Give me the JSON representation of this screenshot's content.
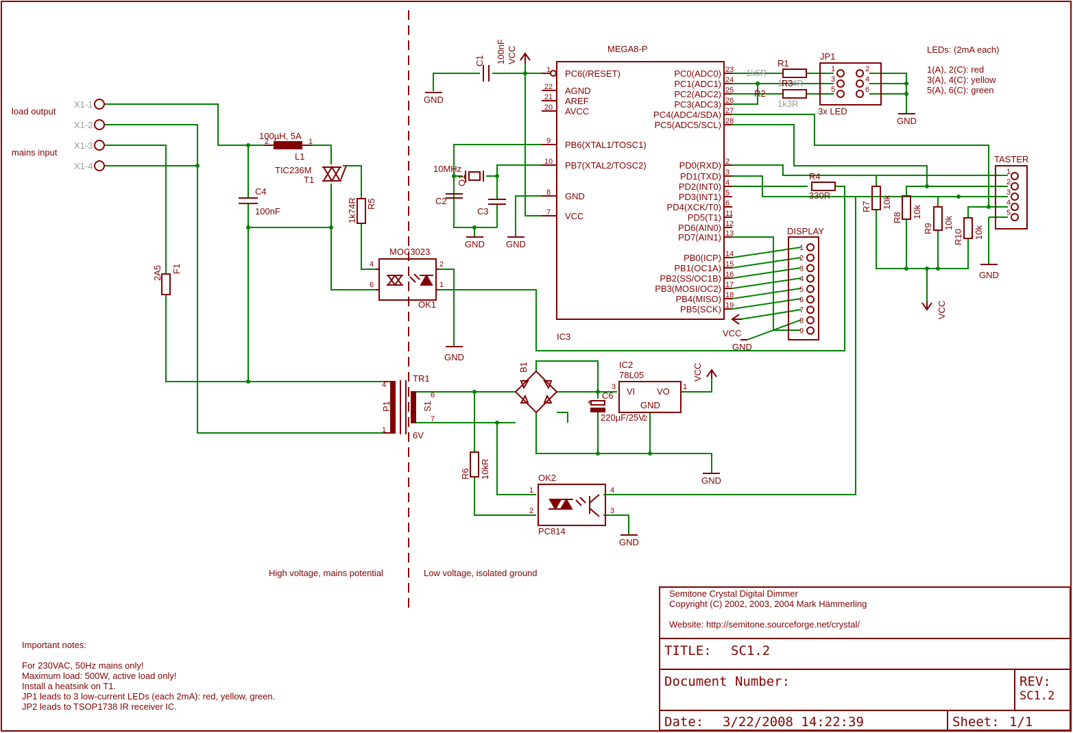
{
  "net_labels": {
    "vcc": "VCC",
    "gnd": "GND"
  },
  "connector_x1": {
    "pins": [
      "X1-1",
      "X1-2",
      "X1-3",
      "X1-4"
    ],
    "label_load": "load output",
    "label_mains": "mains input"
  },
  "parts": {
    "L1_name": "L1",
    "L1_value": "100µH, 5A",
    "L1_pin2": "2",
    "L1_pin1": "1",
    "T1_name": "T1",
    "T1_value": "TIC236M",
    "C4_name": "C4",
    "C4_value": "100nF",
    "R5_name": "R5",
    "R5_value": "1k74R",
    "F1_name": "F1",
    "F1_value": "2A5",
    "OK1_name": "OK1",
    "OK1_value": "MOC3023",
    "OK1_pins": [
      "4",
      "6",
      "2",
      "1"
    ],
    "TR1_name": "TR1",
    "TR1_value": "6V",
    "TR1_p": "P1",
    "TR1_s": "S1",
    "TR1_pins": [
      "4",
      "1",
      "6",
      "7"
    ],
    "C1_name": "C1",
    "C1_value": "100nF",
    "Q1_name": "Q1",
    "Q1_value": "10MHz",
    "C2_name": "C2",
    "C3_name": "C3",
    "B1_name": "B1",
    "C6_name": "C6",
    "C6_value": "220µF/25V",
    "IC2_name": "IC2",
    "IC2_value": "78L05",
    "IC2_pins": [
      "VI",
      "VO",
      "GND"
    ],
    "IC2_nums": [
      "3",
      "1",
      "2"
    ],
    "R6_name": "R6",
    "R6_value": "10kR",
    "OK2_name": "OK2",
    "OK2_value": "PC814",
    "OK2_pins": [
      "1",
      "2",
      "4",
      "3"
    ],
    "R1_name": "R1",
    "R1_value": "1k5R",
    "R2_name": "R2",
    "R2_value": "1k3R",
    "R3_name": "R3",
    "R3_value": "1k74R",
    "R4_name": "R4",
    "R4_value": "330R",
    "R7_name": "R7",
    "R8_name": "R8",
    "R9_name": "R9",
    "R10_name": "R10",
    "R_10k": "10k",
    "JP1_name": "JP1",
    "JP1_value": "3x LED",
    "JP1_pins": [
      "1",
      "2",
      "3",
      "4",
      "5",
      "6"
    ],
    "TASTER_name": "TASTER",
    "TASTER_pins": [
      "1",
      "2",
      "3",
      "4",
      "5"
    ],
    "DISPLAY_name": "DISPLAY",
    "DISPLAY_pins": [
      "1",
      "2",
      "3",
      "4",
      "5",
      "6",
      "7",
      "8",
      "9"
    ]
  },
  "mcu": {
    "name": "IC3",
    "value": "MEGA8-P",
    "left_pins": [
      {
        "num": "1",
        "label": "PC6(/RESET)"
      },
      {
        "num": "22",
        "label": "AGND"
      },
      {
        "num": "21",
        "label": "AREF"
      },
      {
        "num": "20",
        "label": "AVCC"
      },
      {
        "num": "9",
        "label": "PB6(XTAL1/TOSC1)"
      },
      {
        "num": "10",
        "label": "PB7(XTAL2/TOSC2)"
      },
      {
        "num": "8",
        "label": "GND"
      },
      {
        "num": "7",
        "label": "VCC"
      }
    ],
    "right_pins": [
      {
        "num": "23",
        "label": "PC0(ADC0)"
      },
      {
        "num": "24",
        "label": "PC1(ADC1)"
      },
      {
        "num": "25",
        "label": "PC2(ADC2)"
      },
      {
        "num": "26",
        "label": "PC3(ADC3)"
      },
      {
        "num": "27",
        "label": "PC4(ADC4/SDA)"
      },
      {
        "num": "28",
        "label": "PC5(ADC5/SCL)"
      },
      {
        "num": "2",
        "label": "PD0(RXD)"
      },
      {
        "num": "3",
        "label": "PD1(TXD)"
      },
      {
        "num": "4",
        "label": "PD2(INT0)"
      },
      {
        "num": "5",
        "label": "PD3(INT1)"
      },
      {
        "num": "6",
        "label": "PD4(XCK/T0)"
      },
      {
        "num": "11",
        "label": "PD5(T1)"
      },
      {
        "num": "12",
        "label": "PD6(AIN0)"
      },
      {
        "num": "13",
        "label": "PD7(AIN1)"
      },
      {
        "num": "14",
        "label": "PB0(ICP)"
      },
      {
        "num": "15",
        "label": "PB1(OC1A)"
      },
      {
        "num": "16",
        "label": "PB2(SS/OC1B)"
      },
      {
        "num": "17",
        "label": "PB3(MOSI/OC2)"
      },
      {
        "num": "18",
        "label": "PB4(MISO)"
      },
      {
        "num": "19",
        "label": "PB5(SCK)"
      }
    ]
  },
  "led_notes": [
    "LEDs: (2mA each)",
    "1(A), 2(C): red",
    "3(A), 4(C): yellow",
    "5(A), 6(C): green"
  ],
  "zones": {
    "high": "High voltage, mains potential",
    "low": "Low voltage, isolated ground"
  },
  "notes": [
    "Important notes:",
    "",
    "For 230VAC, 50Hz mains only!",
    "Maximum load: 500W, active load only!",
    "Install a heatsink on T1.",
    "JP1 leads to 3 low-current LEDs (each 2mA): red, yellow, green.",
    "JP2 leads to TSOP1738 IR receiver IC."
  ],
  "title_block": {
    "project": "Semitone Crystal Digital Dimmer",
    "copyright": "Copyright (C) 2002, 2003, 2004 Mark Hämmerling",
    "website": "Website: http://semitone.sourceforge.net/crystal/",
    "title_label": "TITLE:",
    "title_value": "SC1.2",
    "docnum_label": "Document Number:",
    "rev_label": "REV:",
    "rev_value": "SC1.2",
    "date_label": "Date:",
    "date_value": "3/22/2008 14:22:39",
    "sheet_label": "Sheet:",
    "sheet_value": "1/1"
  }
}
